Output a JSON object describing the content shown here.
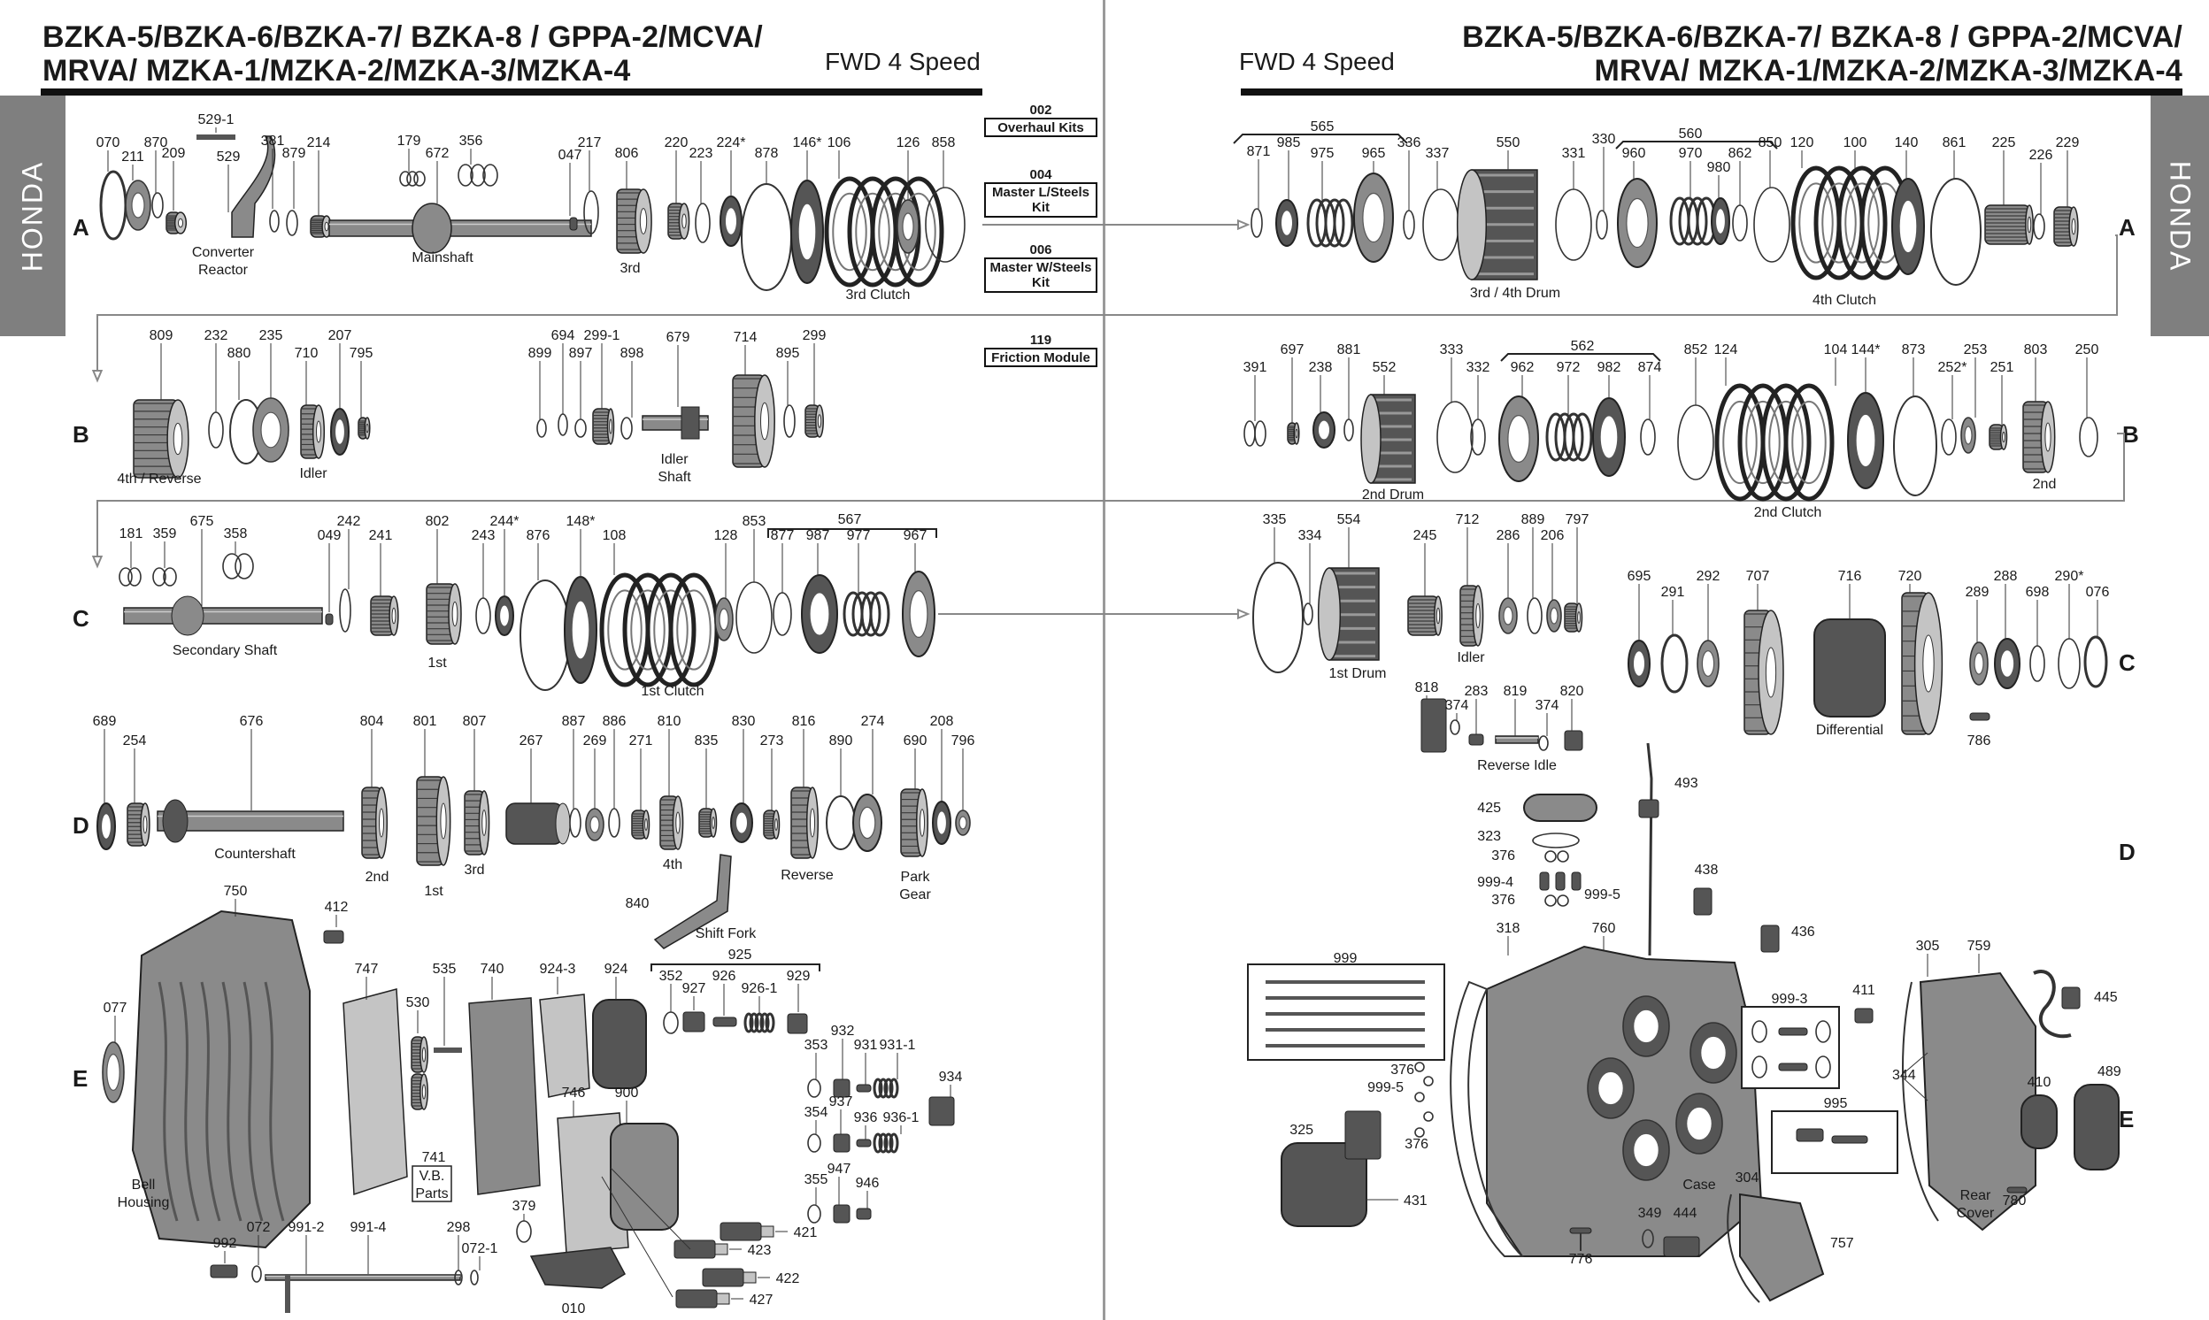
{
  "header": {
    "left_title_line1": "BZKA-5/BZKA-6/BZKA-7/ BZKA-8 / GPPA-2/MCVA/",
    "left_title_line2": "MRVA/ MZKA-1/MZKA-2/MZKA-3/MZKA-4",
    "left_subtitle": "FWD 4 Speed",
    "right_title_line1": "BZKA-5/BZKA-6/BZKA-7/ BZKA-8 / GPPA-2/MCVA/",
    "right_title_line2": "MRVA/ MZKA-1/MZKA-2/MZKA-3/MZKA-4",
    "right_subtitle": "FWD 4 Speed"
  },
  "side_tabs": {
    "left": "HONDA",
    "right": "HONDA"
  },
  "kits": [
    {
      "num": "002",
      "label": "Overhaul Kits"
    },
    {
      "num": "004",
      "label": "Master L/Steels Kit"
    },
    {
      "num": "006",
      "label": "Master W/Steels Kit"
    },
    {
      "num": "119",
      "label": "Friction Module"
    }
  ],
  "row_letters": [
    "A",
    "B",
    "C",
    "D",
    "E"
  ],
  "part_numbers": {
    "left_A": [
      "070",
      "211",
      "870",
      "209",
      "529-1",
      "529",
      "381",
      "879",
      "214",
      "179",
      "672",
      "356",
      "047",
      "217",
      "806",
      "220",
      "223",
      "224*",
      "878",
      "146*",
      "106",
      "126",
      "858"
    ],
    "left_B": [
      "809",
      "232",
      "880",
      "235",
      "710",
      "207",
      "795",
      "899",
      "694",
      "897",
      "299-1",
      "898",
      "679",
      "714",
      "895",
      "299"
    ],
    "left_C": [
      "181",
      "359",
      "675",
      "358",
      "049",
      "242",
      "241",
      "802",
      "243",
      "244*",
      "876",
      "148*",
      "108",
      "128",
      "853",
      "877",
      "987",
      "977",
      "967",
      "567"
    ],
    "left_D": [
      "689",
      "254",
      "676",
      "804",
      "801",
      "807",
      "267",
      "887",
      "269",
      "886",
      "271",
      "810",
      "835",
      "830",
      "273",
      "816",
      "890",
      "274",
      "690",
      "208",
      "796"
    ],
    "left_E": [
      "750",
      "412",
      "747",
      "535",
      "530",
      "740",
      "924-3",
      "924",
      "352",
      "927",
      "926",
      "925",
      "926-1",
      "929",
      "077",
      "353",
      "932",
      "931",
      "931-1",
      "934",
      "354",
      "937",
      "936",
      "936-1",
      "746",
      "900",
      "355",
      "947",
      "946",
      "741",
      "379",
      "992",
      "072",
      "991-2",
      "991-4",
      "298",
      "072-1",
      "421",
      "423",
      "422",
      "427",
      "010",
      "840"
    ],
    "right_A": [
      "565",
      "871",
      "985",
      "975",
      "965",
      "336",
      "337",
      "550",
      "331",
      "330",
      "960",
      "560",
      "970",
      "980",
      "862",
      "850",
      "120",
      "100",
      "140",
      "861",
      "225",
      "226",
      "229"
    ],
    "right_B": [
      "391",
      "697",
      "238",
      "881",
      "552",
      "333",
      "332",
      "562",
      "962",
      "972",
      "982",
      "874",
      "852",
      "124",
      "104",
      "144*",
      "873",
      "253",
      "252*",
      "251",
      "803",
      "250"
    ],
    "right_C": [
      "335",
      "334",
      "554",
      "245",
      "712",
      "286",
      "889",
      "206",
      "797",
      "695",
      "291",
      "292",
      "707",
      "716",
      "720",
      "289",
      "288",
      "698",
      "290*",
      "076",
      "786",
      "818",
      "374",
      "283",
      "819",
      "820"
    ],
    "right_D": [
      "493",
      "425",
      "323",
      "376",
      "999-4",
      "999-5",
      "438",
      "436"
    ],
    "right_E": [
      "999",
      "318",
      "760",
      "411",
      "305",
      "759",
      "445",
      "999-3",
      "376",
      "999-5",
      "344",
      "410",
      "489",
      "325",
      "431",
      "995",
      "304",
      "349",
      "444",
      "757",
      "776",
      "780"
    ]
  },
  "part_labels": {
    "converter": "Converter Reactor",
    "mainshaft": "Mainshaft",
    "third": "3rd",
    "third_clutch": "3rd Clutch",
    "third_fourth_drum": "3rd / 4th Drum",
    "fourth_clutch": "4th Clutch",
    "fourth_reverse": "4th / Reverse",
    "idler_b": "Idler",
    "idler_shaft": "Idler Shaft",
    "second_drum": "2nd Drum",
    "second_clutch": "2nd Clutch",
    "second": "2nd",
    "secondary_shaft": "Secondary Shaft",
    "first_c": "1st",
    "first_clutch": "1st Clutch",
    "first_drum": "1st Drum",
    "idler_c": "Idler",
    "differential": "Differential",
    "reverse_idle": "Reverse Idle",
    "countershaft": "Countershaft",
    "second_d": "2nd",
    "first_d": "1st",
    "third_d": "3rd",
    "fourth_d": "4th",
    "reverse": "Reverse",
    "park_gear": "Park Gear",
    "shift_fork": "Shift Fork",
    "bell_housing": "Bell Housing",
    "vb_parts": "V.B. Parts",
    "case": "Case",
    "rear_cover": "Rear Cover"
  },
  "colors": {
    "ink": "#1a1a1a",
    "tab": "#7f7f7f",
    "part_dark": "#555555",
    "part_mid": "#8a8a8a",
    "part_light": "#c4c4c4"
  }
}
